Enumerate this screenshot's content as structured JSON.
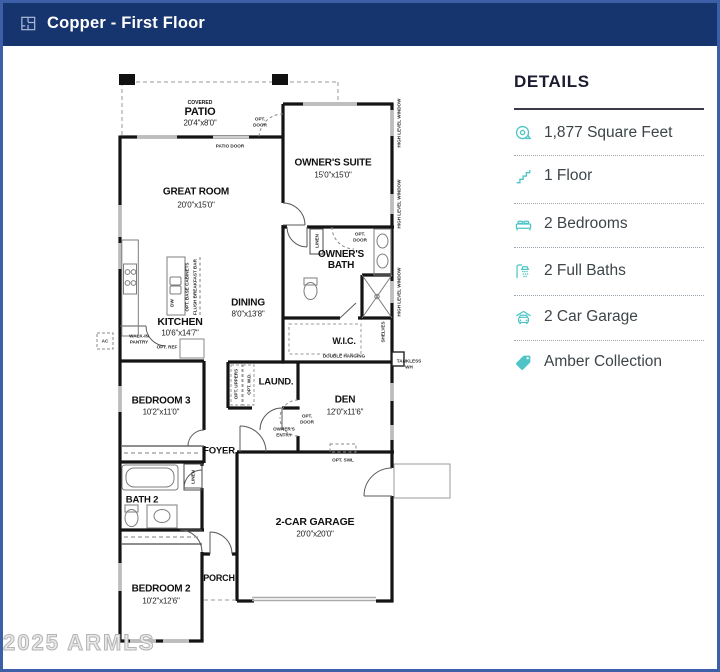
{
  "header": {
    "title": "Copper - First Floor",
    "icon": "floorplan-icon"
  },
  "details": {
    "heading": "DETAILS",
    "items": [
      {
        "icon": "tape-measure-icon",
        "label": "1,877 Square Feet"
      },
      {
        "icon": "stairs-icon",
        "label": "1 Floor"
      },
      {
        "icon": "bed-icon",
        "label": "2 Bedrooms"
      },
      {
        "icon": "shower-icon",
        "label": "2 Full Baths"
      },
      {
        "icon": "car-icon",
        "label": "2 Car Garage"
      },
      {
        "icon": "tag-icon",
        "label": "Amber Collection"
      }
    ],
    "accent_color": "#4fc4c7"
  },
  "floorplan": {
    "rooms": {
      "patio": {
        "small": "COVERED",
        "name": "PATIO",
        "dims": "20'4\"x8'0\""
      },
      "great_room": {
        "name": "GREAT ROOM",
        "dims": "20'0\"x15'0\""
      },
      "owners_suite": {
        "name": "OWNER'S SUITE",
        "dims": "15'0\"x15'0\""
      },
      "kitchen": {
        "name": "KITCHEN",
        "dims": "10'6\"x14'7\""
      },
      "dining": {
        "name": "DINING",
        "dims": "8'0\"x13'8\""
      },
      "owners_bath": {
        "name": "OWNER'S BATH"
      },
      "wic": {
        "name": "W.I.C."
      },
      "laundry": {
        "name": "LAUND."
      },
      "den": {
        "name": "DEN",
        "dims": "12'0\"x11'6\""
      },
      "bedroom3": {
        "name": "BEDROOM 3",
        "dims": "10'2\"x11'0\""
      },
      "foyer": {
        "name": "FOYER"
      },
      "bath2": {
        "name": "BATH 2"
      },
      "bedroom2": {
        "name": "BEDROOM 2",
        "dims": "10'2\"x12'6\""
      },
      "porch": {
        "name": "PORCH"
      },
      "garage": {
        "name": "2-CAR GARAGE",
        "dims": "20'0\"x20'0\""
      }
    },
    "annotations": {
      "patio_door": "PATIO DOOR",
      "opt_door": "OPT. DOOR",
      "walk_in_pantry": "WALK-IN PANTRY",
      "opt_ref": "OPT. REF",
      "dw": "DW",
      "opt_base_cabinets": "OPT. BASE CABINETS",
      "flush_breakfast_bar": "FLUSH BREAKFAST BAR",
      "linen": "LINEN",
      "high_level_window": "HIGH LEVEL WINDOW",
      "shelves": "SHELVES",
      "tankless_wh": "TANKLESS WH",
      "double_hanging": "DOUBLE HANGING",
      "owners_entry": "OWNER'S ENTRY",
      "opt_swl": "OPT. SWL",
      "opt_uppers": "OPT. UPPERS",
      "opt_wd": "OPT. W.D.",
      "ac": "AC"
    }
  },
  "watermark": "2025 ARMLS"
}
